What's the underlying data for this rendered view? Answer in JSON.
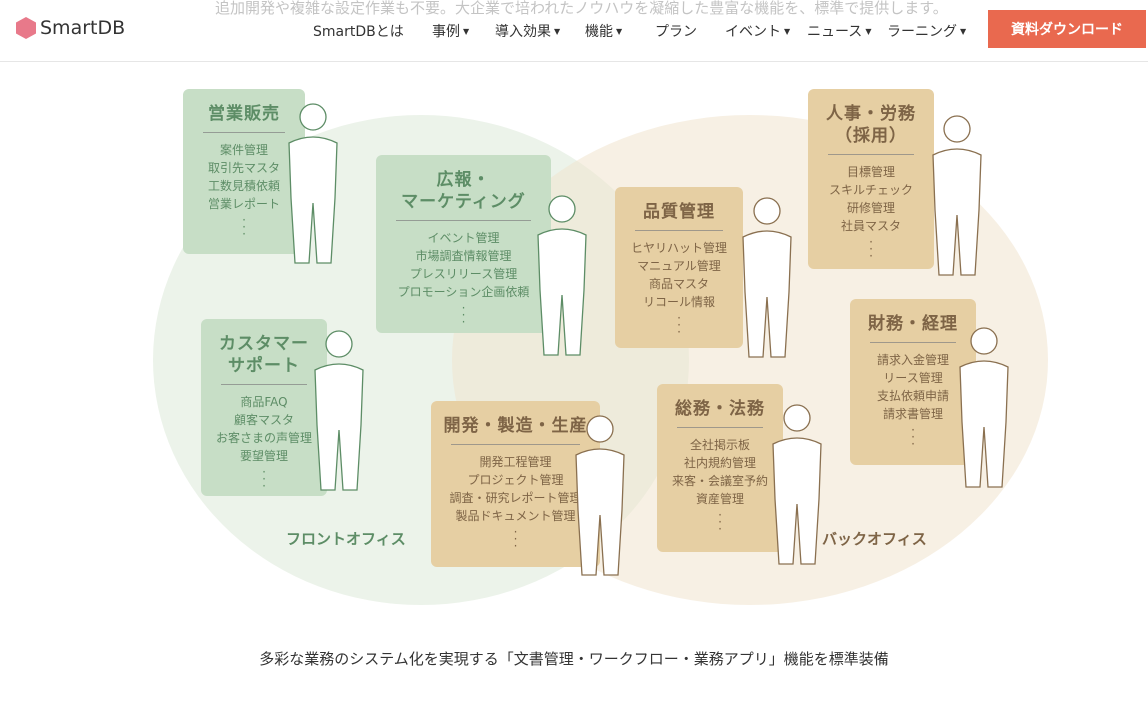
{
  "header": {
    "faded_text": "追加開発や複雑な設定作業も不要。大企業で培われたノウハウを凝縮した豊富な機能を、標準で提供します。",
    "logo": "SmartDB",
    "nav": [
      {
        "label": "SmartDBとは",
        "dropdown": false
      },
      {
        "label": "事例",
        "dropdown": true
      },
      {
        "label": "導入効果",
        "dropdown": true
      },
      {
        "label": "機能",
        "dropdown": true
      },
      {
        "label": "プラン",
        "dropdown": false
      },
      {
        "label": "イベント",
        "dropdown": true
      },
      {
        "label": "ニュース",
        "dropdown": true
      },
      {
        "label": "ラーニング",
        "dropdown": true
      }
    ],
    "cta": "資料ダウンロード",
    "cta_color": "#e9694f"
  },
  "diagram": {
    "front_label": "フロントオフィス",
    "back_label": "バックオフィス",
    "colors": {
      "front": "#c7dec6",
      "back": "#e6cfa3"
    },
    "boxes": [
      {
        "title": "営業販売",
        "items": [
          "案件管理",
          "取引先マスタ",
          "工数見積依頼",
          "営業レポート"
        ],
        "more": "⋮"
      },
      {
        "title": "広報・\nマーケティング",
        "items": [
          "イベント管理",
          "市場調査情報管理",
          "プレスリリース管理",
          "プロモーション企画依頼"
        ],
        "more": "⋮"
      },
      {
        "title": "カスタマー\nサポート",
        "items": [
          "商品FAQ",
          "顧客マスタ",
          "お客さまの声管理",
          "要望管理"
        ],
        "more": "⋮"
      },
      {
        "title": "開発・製造・生産",
        "items": [
          "開発工程管理",
          "プロジェクト管理",
          "調査・研究レポート管理",
          "製品ドキュメント管理"
        ],
        "more": "⋮"
      },
      {
        "title": "品質管理",
        "items": [
          "ヒヤリハット管理",
          "マニュアル管理",
          "商品マスタ",
          "リコール情報"
        ],
        "more": "⋮"
      },
      {
        "title": "総務・法務",
        "items": [
          "全社掲示板",
          "社内規約管理",
          "来客・会議室予約",
          "資産管理"
        ],
        "more": "⋮"
      },
      {
        "title": "人事・労務\n（採用）",
        "items": [
          "目標管理",
          "スキルチェック",
          "研修管理",
          "社員マスタ"
        ],
        "more": "⋮"
      },
      {
        "title": "財務・経理",
        "items": [
          "請求入金管理",
          "リース管理",
          "支払依頼申請",
          "請求書管理"
        ],
        "more": "⋮"
      }
    ]
  },
  "caption": "多彩な業務のシステム化を実現する「文書管理・ワークフロー・業務アプリ」機能を標準装備"
}
